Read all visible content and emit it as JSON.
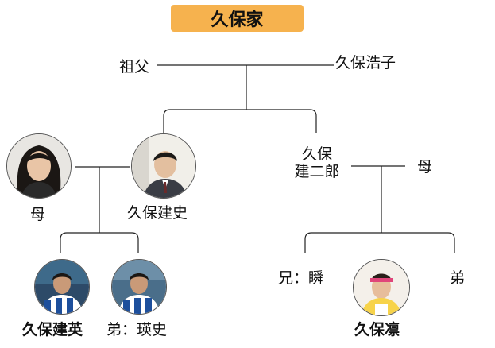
{
  "title": "久保家",
  "people": {
    "grandfather": "祖父",
    "grandmother": "久保浩子",
    "mother": "母",
    "father": "久保建史",
    "uncle_line1": "久保",
    "uncle_line2": "建二郎",
    "aunt": "母",
    "takefusa": "久保建英",
    "brother_eishi": "弟：瑛史",
    "cousin_elder": "兄：瞬",
    "rin": "久保凛",
    "cousin_younger": "弟"
  },
  "colors": {
    "title_bg": "#f6b24e",
    "line": "#222222",
    "shirt_blue": "#1d4f9c"
  },
  "icons": {
    "mother_photo": "woman-portrait-photo",
    "father_photo": "man-portrait-photo",
    "takefusa_photo": "soccer-player-photo",
    "eishi_photo": "soccer-player-photo",
    "rin_photo": "runner-girl-photo"
  }
}
